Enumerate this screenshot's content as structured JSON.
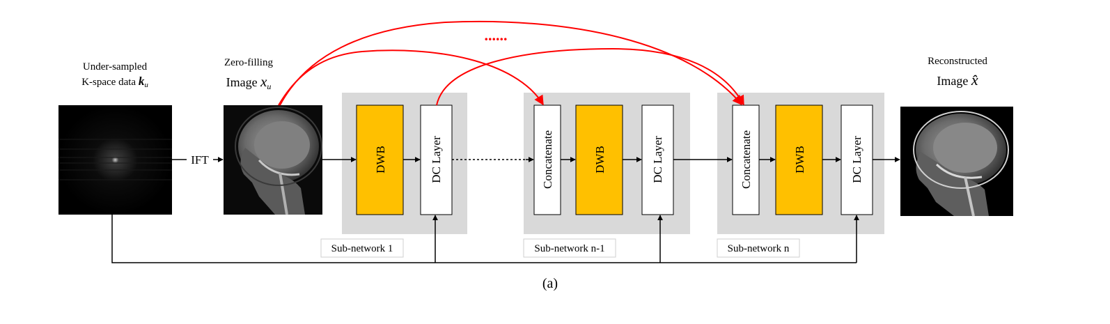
{
  "input": {
    "line1": "Under-sampled",
    "line2": "K-space data",
    "symbol": "k",
    "subscript": "u"
  },
  "zero_filling": {
    "line1": "Zero-filling",
    "line2": "Image",
    "symbol": "x",
    "subscript": "u"
  },
  "output": {
    "line1": "Reconstructed",
    "line2": "Image",
    "symbol": "x̂"
  },
  "ift_label": "IFT",
  "ellipsis": "......",
  "blocks": {
    "dwb": "DWB",
    "dc_layer": "DC Layer",
    "concatenate": "Concatenate"
  },
  "subnetworks": [
    "Sub-network 1",
    "Sub-network n-1",
    "Sub-network n"
  ],
  "caption": "(a)",
  "colors": {
    "dwb_fill": "#FFC000",
    "panel_fill": "#D9D9D9",
    "skip_arrow": "#FF0000",
    "ellipsis": "#FF0000"
  }
}
